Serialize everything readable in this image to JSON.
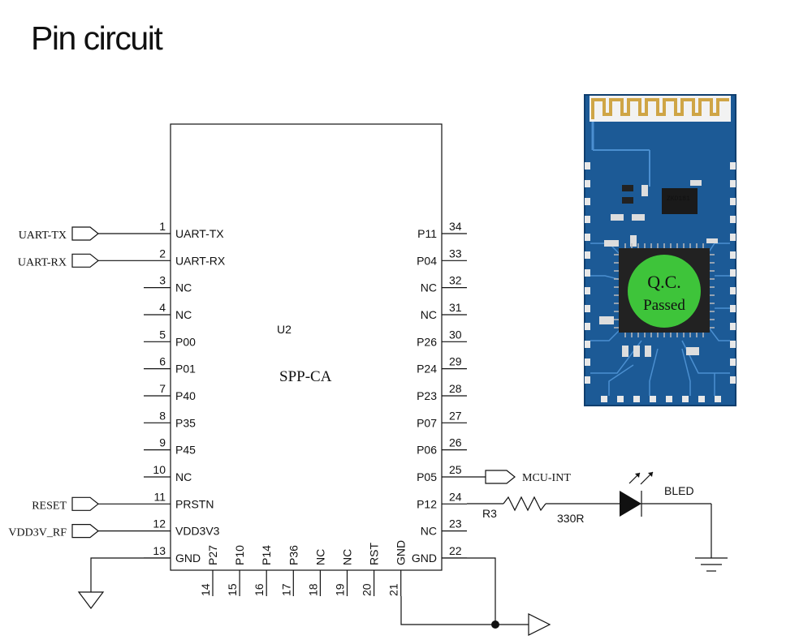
{
  "title": "Pin circuit",
  "chip": {
    "ref": "U2",
    "name": "SPP-CA"
  },
  "left_pins": [
    {
      "num": "1",
      "label": "UART-TX"
    },
    {
      "num": "2",
      "label": "UART-RX"
    },
    {
      "num": "3",
      "label": "NC"
    },
    {
      "num": "4",
      "label": "NC"
    },
    {
      "num": "5",
      "label": "P00"
    },
    {
      "num": "6",
      "label": "P01"
    },
    {
      "num": "7",
      "label": "P40"
    },
    {
      "num": "8",
      "label": "P35"
    },
    {
      "num": "9",
      "label": "P45"
    },
    {
      "num": "10",
      "label": "NC"
    },
    {
      "num": "11",
      "label": "PRSTN"
    },
    {
      "num": "12",
      "label": "VDD3V3"
    },
    {
      "num": "13",
      "label": "GND"
    }
  ],
  "right_pins": [
    {
      "num": "34",
      "label": "P11"
    },
    {
      "num": "33",
      "label": "P04"
    },
    {
      "num": "32",
      "label": "NC"
    },
    {
      "num": "31",
      "label": "NC"
    },
    {
      "num": "30",
      "label": "P26"
    },
    {
      "num": "29",
      "label": "P24"
    },
    {
      "num": "28",
      "label": "P23"
    },
    {
      "num": "27",
      "label": "P07"
    },
    {
      "num": "26",
      "label": "P06"
    },
    {
      "num": "25",
      "label": "P05"
    },
    {
      "num": "24",
      "label": "P12"
    },
    {
      "num": "23",
      "label": "NC"
    },
    {
      "num": "22",
      "label": "GND"
    }
  ],
  "bottom_pins": [
    {
      "num": "14",
      "label": "P27"
    },
    {
      "num": "15",
      "label": "P10"
    },
    {
      "num": "16",
      "label": "P14"
    },
    {
      "num": "17",
      "label": "P36"
    },
    {
      "num": "18",
      "label": "NC"
    },
    {
      "num": "19",
      "label": "NC"
    },
    {
      "num": "20",
      "label": "RST"
    },
    {
      "num": "21",
      "label": "GND"
    }
  ],
  "left_signals": [
    {
      "label": "UART-TX"
    },
    {
      "label": "UART-RX"
    },
    {
      "label": "RESET"
    },
    {
      "label": "VDD3V_RF"
    }
  ],
  "right_signal": "MCU-INT",
  "resistor": {
    "ref": "R3",
    "value": "330R"
  },
  "led": {
    "label": "BLED"
  },
  "module_photo": {
    "stamp_line1": "Q.C.",
    "stamp_line2": "Passed",
    "chip_text": "ZKD181",
    "board_color": "#1c5a96",
    "stamp_color": "#3ec43a"
  },
  "colors": {
    "line": "#111111",
    "background": "#ffffff"
  }
}
